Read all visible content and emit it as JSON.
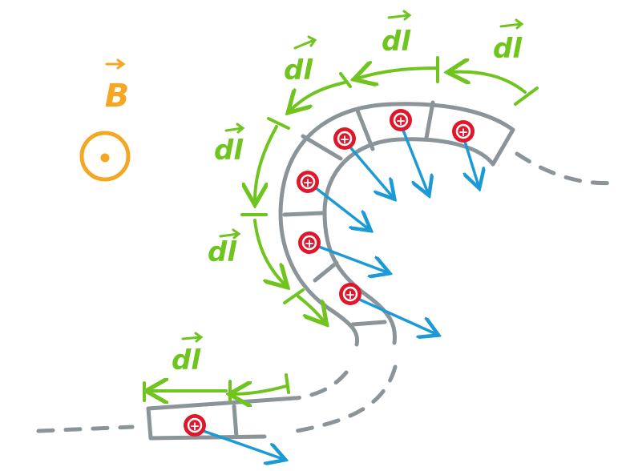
{
  "field": {
    "label": "B",
    "symbol": "out-of-page-dot-circle",
    "color": "#f5a623"
  },
  "segment_label": "dl",
  "charge_symbol": "+",
  "colors": {
    "pipe": "#8a9499",
    "dl_arrow": "#6fc41e",
    "charge": "#e0162b",
    "velocity": "#1b9ad6",
    "field": "#f5a623"
  },
  "dl_segment_count": 6,
  "charge_count": 7
}
